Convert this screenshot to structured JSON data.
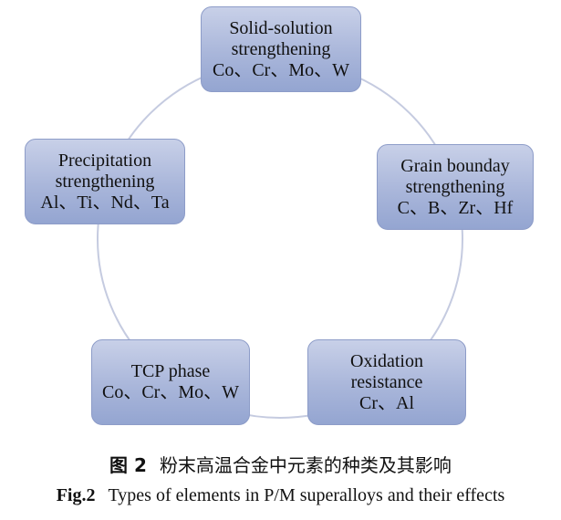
{
  "nodes": {
    "solid": {
      "lines": [
        "Solid-solution",
        "strengthening",
        "Co、Cr、Mo、W"
      ]
    },
    "grain": {
      "lines": [
        "Grain bounday",
        "strengthening",
        "C、B、Zr、Hf"
      ]
    },
    "oxid": {
      "lines": [
        "Oxidation",
        "resistance",
        "Cr、Al"
      ]
    },
    "tcp": {
      "lines": [
        "TCP phase",
        "Co、Cr、Mo、W"
      ]
    },
    "prec": {
      "lines": [
        "Precipitation",
        "strengthening",
        "Al、Ti、Nd、Ta"
      ]
    }
  },
  "caption": {
    "cn_label": "图 2",
    "cn_text": "粉末高温合金中元素的种类及其影响",
    "en_label": "Fig.2",
    "en_text": "Types of elements in P/M superalloys and their effects"
  },
  "colors": {
    "box_fill": "#a9b6da",
    "box_border": "#8d9cc8",
    "ring": "#c5cbe0"
  }
}
